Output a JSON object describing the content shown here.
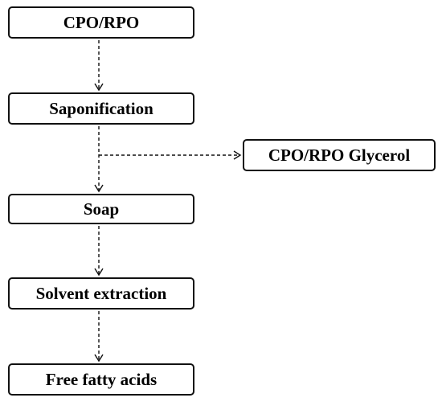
{
  "nodes": {
    "cpo_rpo": "CPO/RPO",
    "saponification": "Saponification",
    "glycerol": "CPO/RPO Glycerol",
    "soap": "Soap",
    "solvent_extraction": "Solvent extraction",
    "free_fatty_acids": "Free fatty acids"
  },
  "edges": [
    {
      "from": "cpo_rpo",
      "to": "saponification",
      "style": "dashed-arrow"
    },
    {
      "from": "saponification",
      "to": "soap",
      "style": "dashed-arrow"
    },
    {
      "from": "saponification",
      "to": "glycerol",
      "style": "dashed-arrow"
    },
    {
      "from": "soap",
      "to": "solvent_extraction",
      "style": "dashed-arrow"
    },
    {
      "from": "solvent_extraction",
      "to": "free_fatty_acids",
      "style": "dashed-arrow"
    }
  ],
  "colors": {
    "stroke": "#111111",
    "text": "#000000",
    "background": "#ffffff"
  }
}
